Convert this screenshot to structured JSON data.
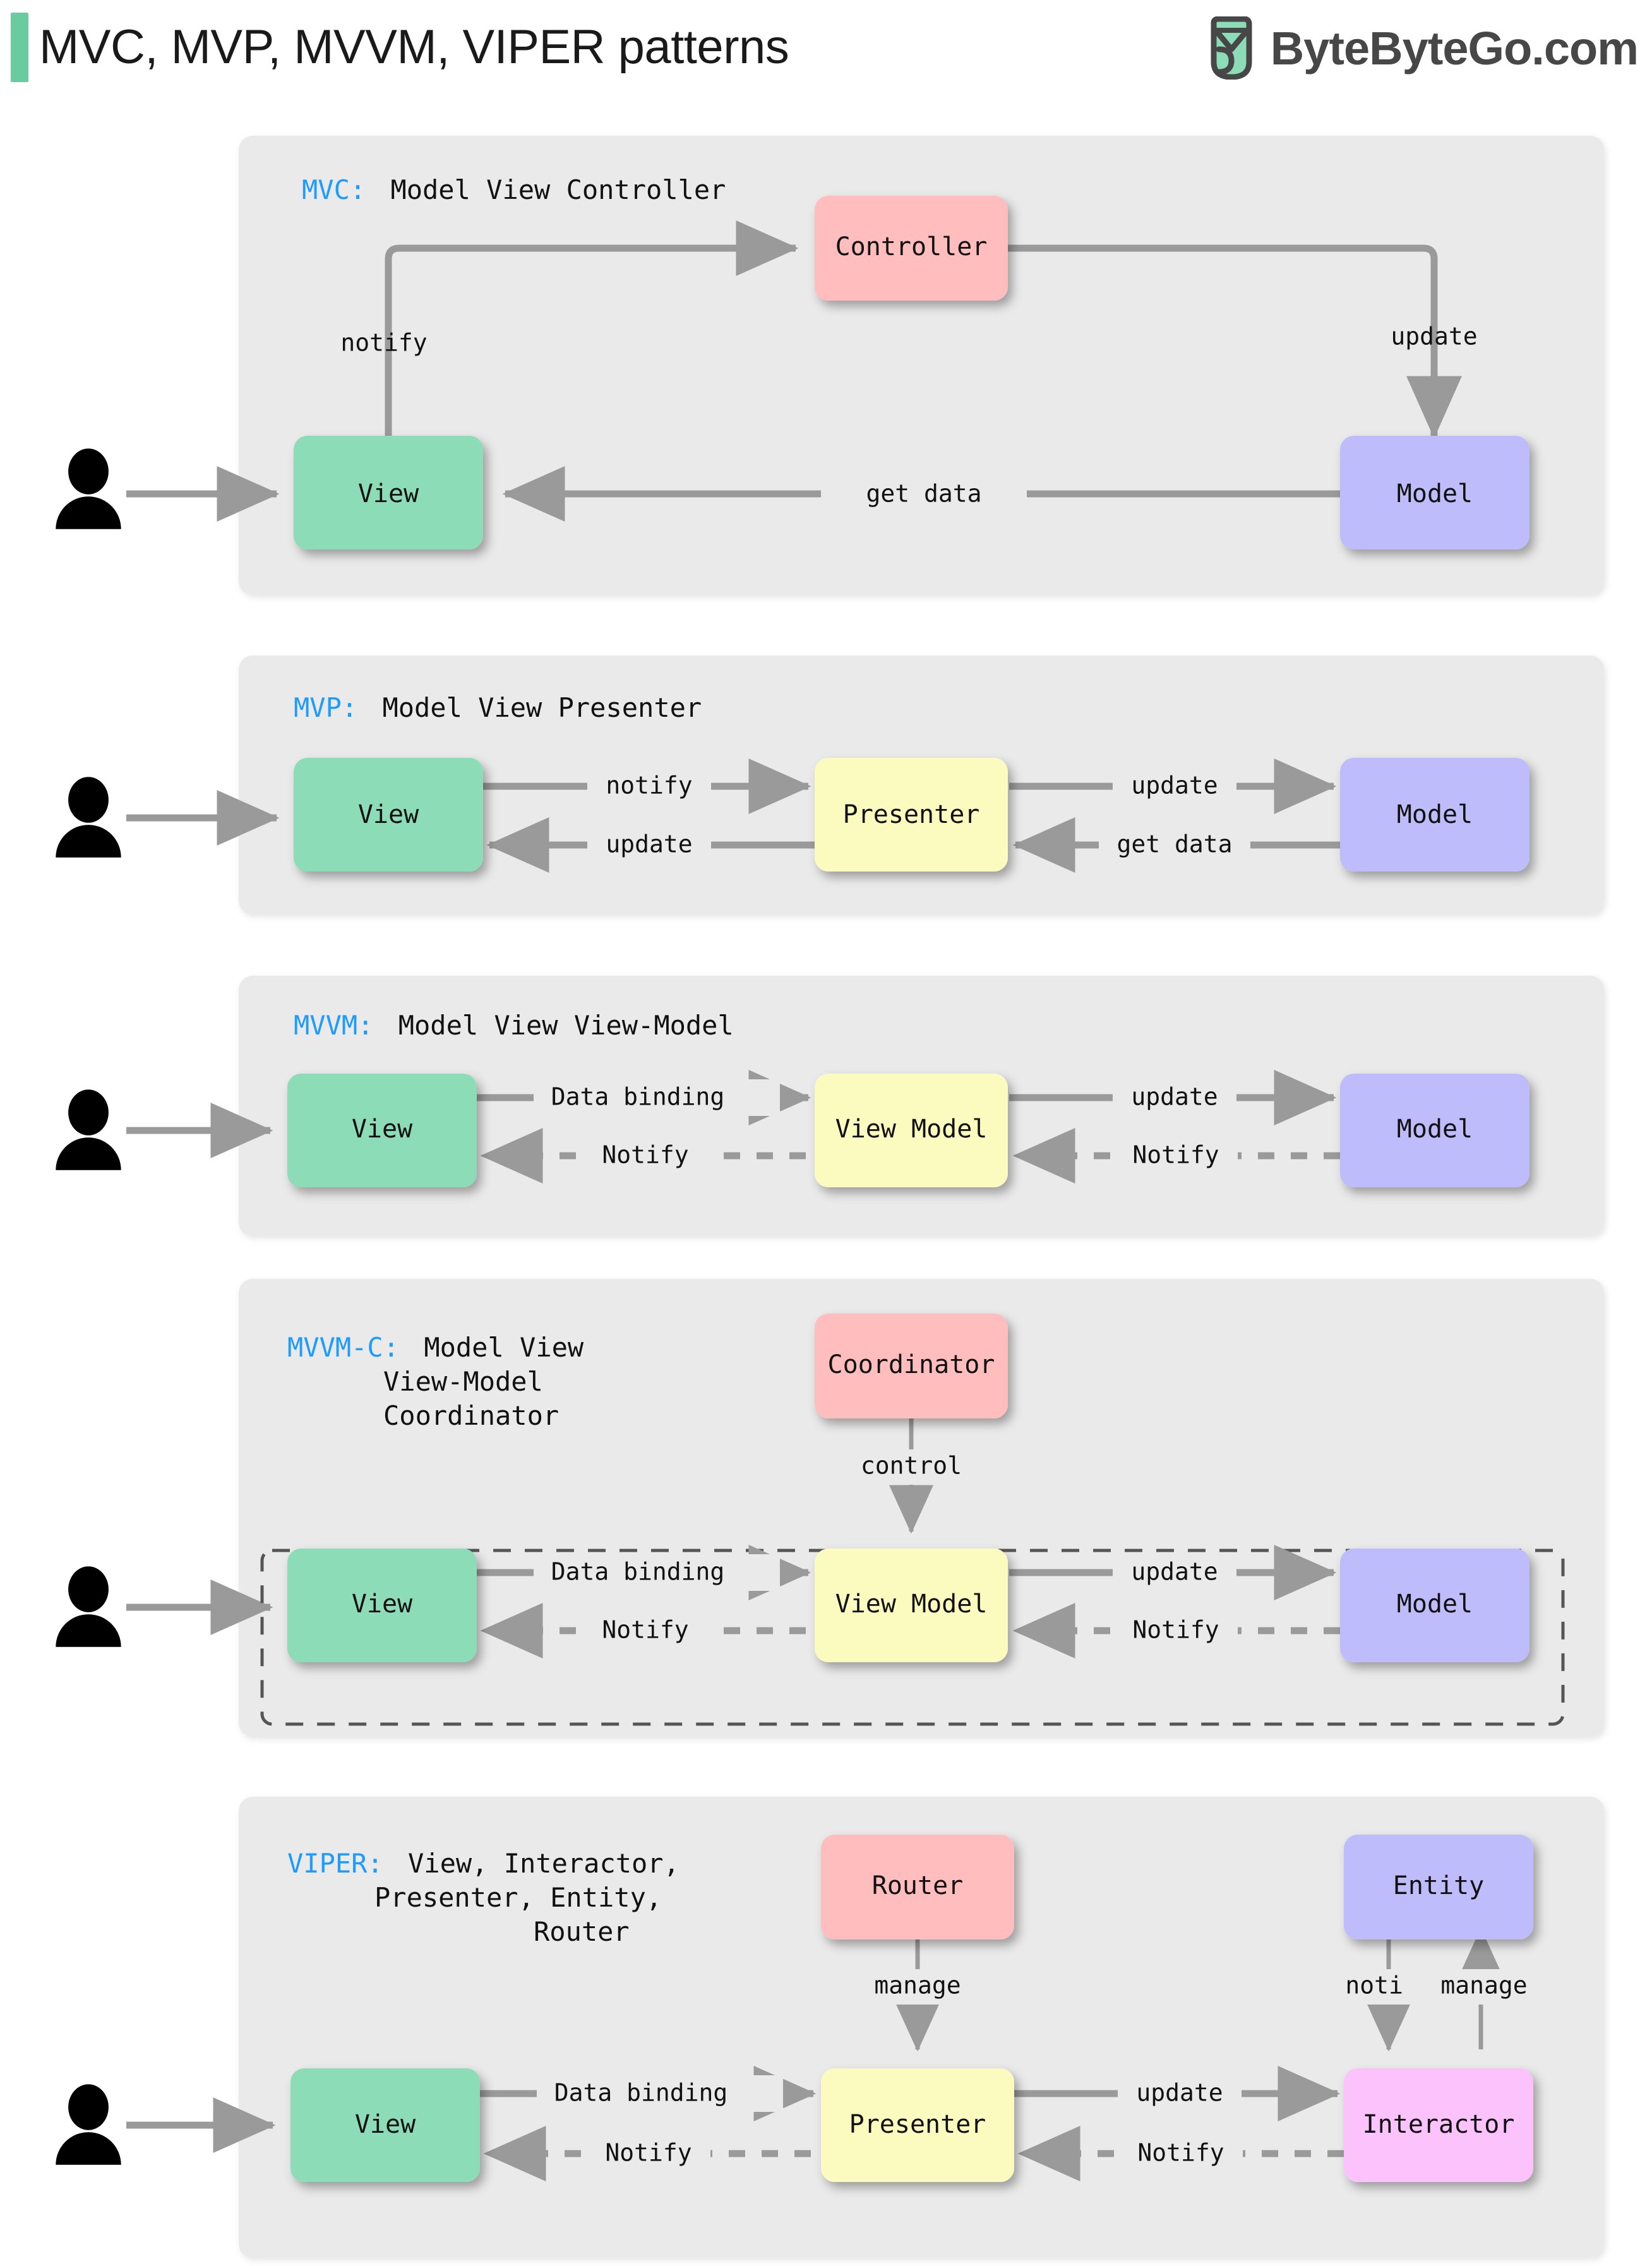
{
  "header": {
    "accent_color": "#6BCBA0",
    "title": "MVC, MVP, MVVM, VIPER patterns",
    "brand_name": "ByteByteGo.com",
    "brand_logo_icon": "bytebytego-logo-icon"
  },
  "colors": {
    "panel_bg": "#EAEAEA",
    "view": "#8CDCB8",
    "model": "#BFBCFC",
    "controller": "#FFBDBD",
    "router": "#FFBDBD",
    "coordinator": "#FFBDBD",
    "presenter": "#FBFBBF",
    "view_model": "#FBFBBF",
    "interactor": "#FCC2FC",
    "entity": "#BFBCFC",
    "arrow": "#9A9A9A",
    "accent_blue": "#1E9BFF",
    "text": "#111111"
  },
  "sections": [
    {
      "id": "mvc",
      "acronym": "MVC:",
      "title_lines": [
        "Model View Controller"
      ],
      "actor_icon": "user-person-icon",
      "nodes": [
        {
          "id": "view",
          "label": "View",
          "color_key": "view"
        },
        {
          "id": "controller",
          "label": "Controller",
          "color_key": "controller"
        },
        {
          "id": "model",
          "label": "Model",
          "color_key": "model"
        }
      ],
      "edges": [
        {
          "from": "view",
          "to": "controller",
          "label": "notify",
          "style": "solid"
        },
        {
          "from": "controller",
          "to": "model",
          "label": "update",
          "style": "solid"
        },
        {
          "from": "model",
          "to": "view",
          "label": "get data",
          "style": "solid"
        }
      ]
    },
    {
      "id": "mvp",
      "acronym": "MVP:",
      "title_lines": [
        "Model View Presenter"
      ],
      "actor_icon": "user-person-icon",
      "nodes": [
        {
          "id": "view",
          "label": "View",
          "color_key": "view"
        },
        {
          "id": "presenter",
          "label": "Presenter",
          "color_key": "presenter"
        },
        {
          "id": "model",
          "label": "Model",
          "color_key": "model"
        }
      ],
      "edges": [
        {
          "from": "view",
          "to": "presenter",
          "label": "notify",
          "style": "solid"
        },
        {
          "from": "presenter",
          "to": "model",
          "label": "update",
          "style": "solid"
        },
        {
          "from": "presenter",
          "to": "view",
          "label": "update",
          "style": "solid"
        },
        {
          "from": "model",
          "to": "presenter",
          "label": "get data",
          "style": "solid"
        }
      ]
    },
    {
      "id": "mvvm",
      "acronym": "MVVM:",
      "title_lines": [
        "Model View View-Model"
      ],
      "actor_icon": "user-person-icon",
      "nodes": [
        {
          "id": "view",
          "label": "View",
          "color_key": "view"
        },
        {
          "id": "view_model",
          "label": "View Model",
          "color_key": "view_model"
        },
        {
          "id": "model",
          "label": "Model",
          "color_key": "model"
        }
      ],
      "edges": [
        {
          "from": "view",
          "to": "view_model",
          "label": "Data binding",
          "style": "solid"
        },
        {
          "from": "view_model",
          "to": "model",
          "label": "update",
          "style": "solid"
        },
        {
          "from": "view_model",
          "to": "view",
          "label": "Notify",
          "style": "dashed"
        },
        {
          "from": "model",
          "to": "view_model",
          "label": "Notify",
          "style": "dashed"
        }
      ]
    },
    {
      "id": "mvvmc",
      "acronym": "MVVM-C:",
      "title_lines": [
        "Model View",
        "View-Model",
        "Coordinator"
      ],
      "actor_icon": "user-person-icon",
      "group_box": true,
      "nodes": [
        {
          "id": "coordinator",
          "label": "Coordinator",
          "color_key": "coordinator"
        },
        {
          "id": "view",
          "label": "View",
          "color_key": "view"
        },
        {
          "id": "view_model",
          "label": "View Model",
          "color_key": "view_model"
        },
        {
          "id": "model",
          "label": "Model",
          "color_key": "model"
        }
      ],
      "edges": [
        {
          "from": "coordinator",
          "to": "view_model",
          "label": "control",
          "style": "thin"
        },
        {
          "from": "view",
          "to": "view_model",
          "label": "Data binding",
          "style": "solid"
        },
        {
          "from": "view_model",
          "to": "model",
          "label": "update",
          "style": "solid"
        },
        {
          "from": "view_model",
          "to": "view",
          "label": "Notify",
          "style": "dashed"
        },
        {
          "from": "model",
          "to": "view_model",
          "label": "Notify",
          "style": "dashed"
        }
      ]
    },
    {
      "id": "viper",
      "acronym": "VIPER:",
      "title_lines": [
        "View, Interactor,",
        "Presenter, Entity,",
        "Router"
      ],
      "actor_icon": "user-person-icon",
      "nodes": [
        {
          "id": "router",
          "label": "Router",
          "color_key": "router"
        },
        {
          "id": "entity",
          "label": "Entity",
          "color_key": "entity"
        },
        {
          "id": "view",
          "label": "View",
          "color_key": "view"
        },
        {
          "id": "presenter",
          "label": "Presenter",
          "color_key": "presenter"
        },
        {
          "id": "interactor",
          "label": "Interactor",
          "color_key": "interactor"
        }
      ],
      "edges": [
        {
          "from": "router",
          "to": "presenter",
          "label": "manage",
          "style": "thin"
        },
        {
          "from": "entity",
          "to": "interactor",
          "label": "notify",
          "style": "thin"
        },
        {
          "from": "interactor",
          "to": "entity",
          "label": "manage",
          "style": "thin"
        },
        {
          "from": "view",
          "to": "presenter",
          "label": "Data binding",
          "style": "solid"
        },
        {
          "from": "presenter",
          "to": "interactor",
          "label": "update",
          "style": "solid"
        },
        {
          "from": "presenter",
          "to": "view",
          "label": "Notify",
          "style": "dashed"
        },
        {
          "from": "interactor",
          "to": "presenter",
          "label": "Notify",
          "style": "dashed"
        }
      ]
    }
  ]
}
